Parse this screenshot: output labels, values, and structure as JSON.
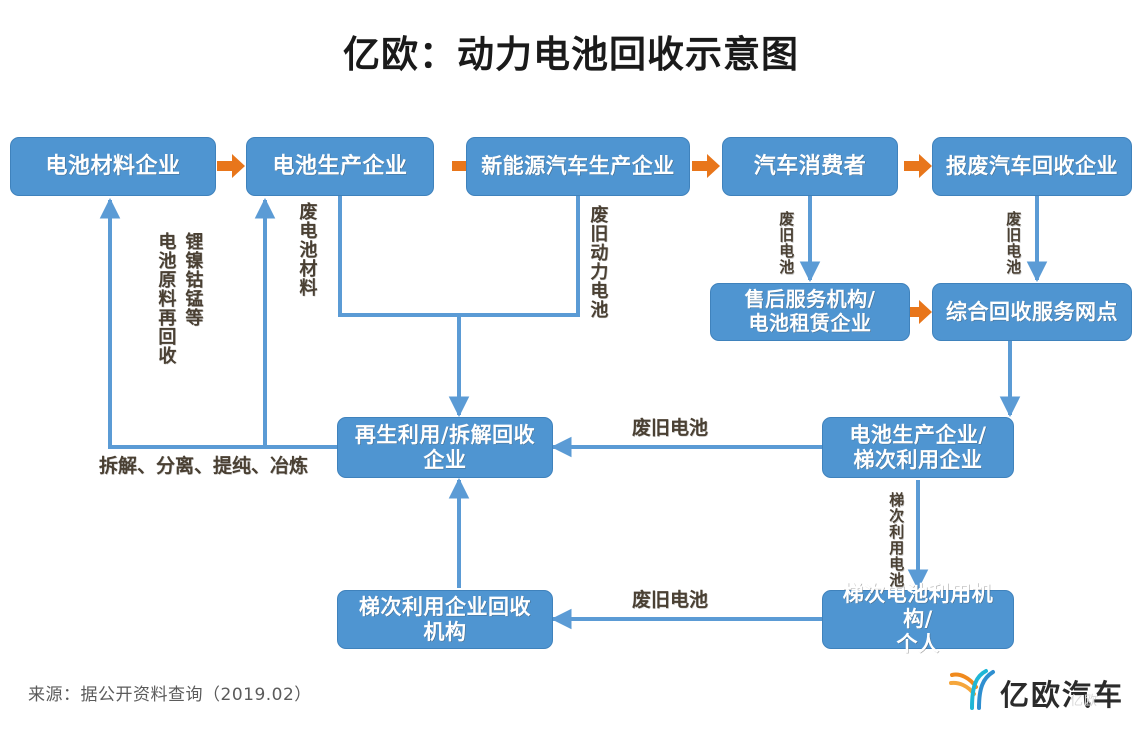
{
  "title": "亿欧：动力电池回收示意图",
  "source": "来源：据公开资料查询（2019.02）",
  "brand": {
    "name": "亿欧汽车",
    "watermark": "亿欧"
  },
  "colors": {
    "node_fill": "#4f95d1",
    "node_border": "#3f82bc",
    "node_text": "#ffffff",
    "arrow_orange": "#e8761b",
    "connector_blue": "#5b9bd5",
    "label_text": "#4a4033",
    "title_text": "#1a1a1a",
    "source_text": "#5b5b5b",
    "background": "#ffffff"
  },
  "nodes": [
    {
      "id": "battery-material",
      "label": "电池材料企业",
      "lines": [
        "电池材料企业"
      ]
    },
    {
      "id": "battery-maker",
      "label": "电池生产企业",
      "lines": [
        "电池生产企业"
      ]
    },
    {
      "id": "nev-maker",
      "label": "新能源汽车生产企业",
      "lines": [
        "新能源汽车生产企业"
      ]
    },
    {
      "id": "car-consumer",
      "label": "汽车消费者",
      "lines": [
        "汽车消费者"
      ]
    },
    {
      "id": "scrap-recycler",
      "label": "报废汽车回收企业",
      "lines": [
        "报废汽车回收企业"
      ]
    },
    {
      "id": "aftersales",
      "label": "售后服务机构/电池租赁企业",
      "lines": [
        "售后服务机构/",
        "电池租赁企业"
      ]
    },
    {
      "id": "recycle-network",
      "label": "综合回收服务网点",
      "lines": [
        "综合回收服务网点"
      ]
    },
    {
      "id": "regeneration",
      "label": "再生利用/拆解回收企业",
      "lines": [
        "再生利用/拆解回收",
        "企业"
      ]
    },
    {
      "id": "maker-cascade",
      "label": "电池生产企业/梯次利用企业",
      "lines": [
        "电池生产企业/",
        "梯次利用企业"
      ]
    },
    {
      "id": "cascade-recovery",
      "label": "梯次利用企业回收机构",
      "lines": [
        "梯次利用企业回收",
        "机构"
      ]
    },
    {
      "id": "cascade-user",
      "label": "梯次电池利用机构/个人",
      "lines": [
        "梯次电池利用机构/",
        "个人"
      ]
    }
  ],
  "edge_labels": {
    "lithium_recycle_col1": "锂镍钴锰等",
    "lithium_recycle_col2": "电池原料再回收",
    "waste_battery_material": "废电池材料",
    "waste_power_battery": "废旧动力电池",
    "waste_battery_consumer": "废旧电池",
    "waste_battery_scrap": "废旧电池",
    "waste_battery_mid": "废旧电池",
    "waste_battery_bottom": "废旧电池",
    "cascade_battery": "梯次利用电池",
    "process_chain": "拆解、分离、提纯、冶炼"
  },
  "flow": {
    "type": "diagram",
    "edges": [
      {
        "from": "battery-material",
        "to": "battery-maker",
        "label": "",
        "marker": "orange-chevron"
      },
      {
        "from": "battery-maker",
        "to": "nev-maker",
        "label": "",
        "marker": "orange-chevron"
      },
      {
        "from": "nev-maker",
        "to": "car-consumer",
        "label": "",
        "marker": "orange-chevron"
      },
      {
        "from": "car-consumer",
        "to": "scrap-recycler",
        "label": "",
        "marker": "orange-chevron"
      },
      {
        "from": "aftersales",
        "to": "recycle-network",
        "label": "",
        "marker": "orange-chevron"
      },
      {
        "from": "car-consumer",
        "to": "aftersales",
        "label": "废旧电池"
      },
      {
        "from": "scrap-recycler",
        "to": "recycle-network",
        "label": "废旧电池"
      },
      {
        "from": "recycle-network",
        "to": "maker-cascade",
        "label": ""
      },
      {
        "from": "battery-maker",
        "to": "regeneration",
        "label": "废电池材料"
      },
      {
        "from": "nev-maker",
        "to": "regeneration",
        "label": "废旧动力电池"
      },
      {
        "from": "maker-cascade",
        "to": "regeneration",
        "label": "废旧电池"
      },
      {
        "from": "maker-cascade",
        "to": "cascade-user",
        "label": "梯次利用电池"
      },
      {
        "from": "cascade-user",
        "to": "cascade-recovery",
        "label": "废旧电池"
      },
      {
        "from": "cascade-recovery",
        "to": "regeneration",
        "label": ""
      },
      {
        "from": "regeneration",
        "to": "battery-material",
        "label": "锂镍钴锰等电池原料再回收"
      },
      {
        "from": "regeneration",
        "to": "battery-maker",
        "label": "拆解、分离、提纯、冶炼"
      }
    ]
  }
}
